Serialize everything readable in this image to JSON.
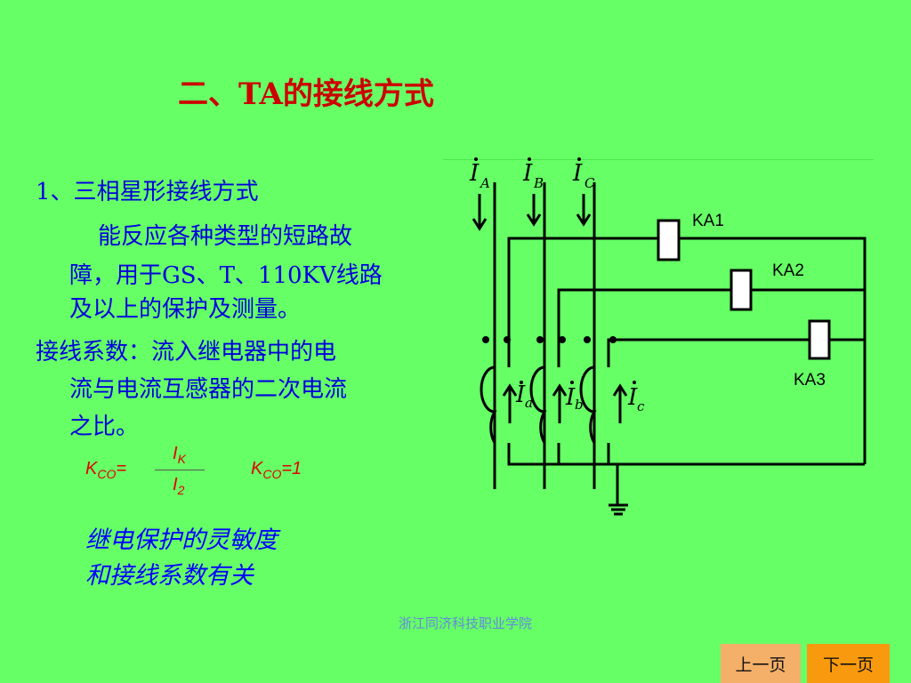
{
  "title": "二、TA的接线方式",
  "section_heading": "1、三相星形接线方式",
  "paragraph_lines": [
    "能反应各种类型的短路故",
    "障，用于GS、T、110KV线路",
    "及以上的保护及测量。"
  ],
  "definition_lines": [
    "接线系数：流入继电器中的电",
    "流与电流互感器的二次电流",
    "之比。"
  ],
  "formula": {
    "lhs_main": "K",
    "lhs_sub": "CO",
    "lhs_eq": "=",
    "numerator_main": "I",
    "numerator_sub": "K",
    "denominator_main": "I",
    "denominator_sub": "2",
    "result_main": "K",
    "result_sub": "CO",
    "result_value": "=1"
  },
  "note_lines": [
    "继电保护的灵敏度",
    "和接线系数有关"
  ],
  "diagram": {
    "primary_currents": [
      {
        "symbol": "I",
        "sub": "A"
      },
      {
        "symbol": "I",
        "sub": "B"
      },
      {
        "symbol": "I",
        "sub": "C"
      }
    ],
    "secondary_currents": [
      {
        "symbol": "I",
        "sub": "a"
      },
      {
        "symbol": "I",
        "sub": "b"
      },
      {
        "symbol": "I",
        "sub": "c"
      }
    ],
    "relays": [
      "KA1",
      "KA2",
      "KA3"
    ]
  },
  "footer": "浙江同济科技职业学院",
  "nav": {
    "prev": "上一页",
    "next": "下一页"
  }
}
